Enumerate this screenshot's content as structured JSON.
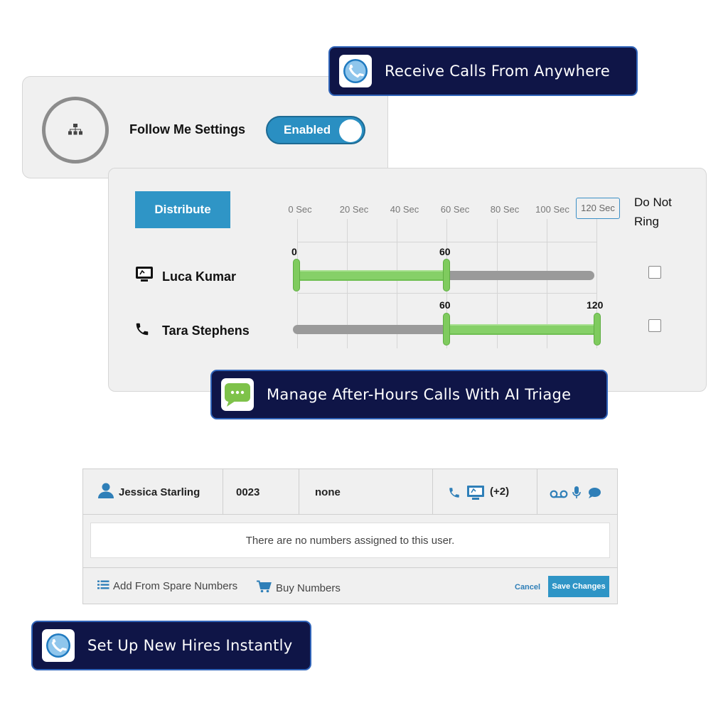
{
  "badges": {
    "receive": {
      "label": "Receive Calls From Anywhere",
      "icon": "phone-logo-icon"
    },
    "afterhours": {
      "label": "Manage After-Hours Calls With AI Triage",
      "icon": "chat-bubble-icon"
    },
    "newhires": {
      "label": "Set Up New Hires Instantly",
      "icon": "phone-logo-icon"
    }
  },
  "follow_me": {
    "title": "Follow Me Settings",
    "toggle_label": "Enabled",
    "toggle_on": true,
    "icon": "org-chart-icon"
  },
  "distribution": {
    "button_label": "Distribute",
    "ticks": [
      "0 Sec",
      "20 Sec",
      "40 Sec",
      "60 Sec",
      "80 Sec",
      "100 Sec",
      "120 Sec"
    ],
    "selected_tick": "120 Sec",
    "dnr_line1": "Do Not",
    "dnr_line2": "Ring",
    "rows": [
      {
        "name": "Luca Kumar",
        "icon": "desk-phone-icon",
        "start": 0,
        "end": 60,
        "start_label": "0",
        "end_label": "60",
        "do_not_ring": false
      },
      {
        "name": "Tara Stephens",
        "icon": "phone-icon",
        "start": 60,
        "end": 120,
        "start_label": "60",
        "end_label": "120",
        "do_not_ring": false
      }
    ]
  },
  "user_row": {
    "name": "Jessica Starling",
    "extension": "0023",
    "group": "none",
    "devices_extra": "(+2)",
    "empty_message": "There are no numbers assigned to this user.",
    "add_spare": "Add From Spare Numbers",
    "buy": "Buy Numbers",
    "cancel": "Cancel",
    "save": "Save Changes"
  },
  "colors": {
    "badge_bg": "#0f1547",
    "accent": "#2f95c6",
    "green": "#86d068"
  }
}
